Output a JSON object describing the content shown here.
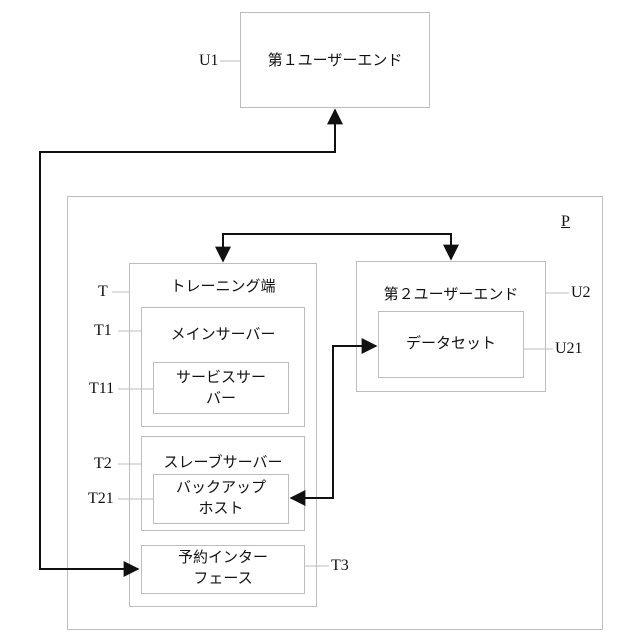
{
  "nodes": {
    "user_end_1": "第１ユーザーエンド",
    "user_end_2": "第２ユーザーエンド",
    "dataset": "データセット",
    "training_end": "トレーニング端",
    "main_server": "メインサーバー",
    "service_server": "サービスサー\nバー",
    "slave_server": "スレーブサーバー",
    "backup_host": "バックアップ\nホスト",
    "reservation_interface": "予約インター\nフェース"
  },
  "refs": {
    "u1": "U1",
    "u2": "U2",
    "u21": "U21",
    "p": "P",
    "t": "T",
    "t1": "T1",
    "t11": "T11",
    "t2": "T2",
    "t21": "T21",
    "t3": "T3"
  },
  "colors": {
    "box_border": "#bdbdbd",
    "arrow": "#111111",
    "leader": "#bdbdbd"
  }
}
